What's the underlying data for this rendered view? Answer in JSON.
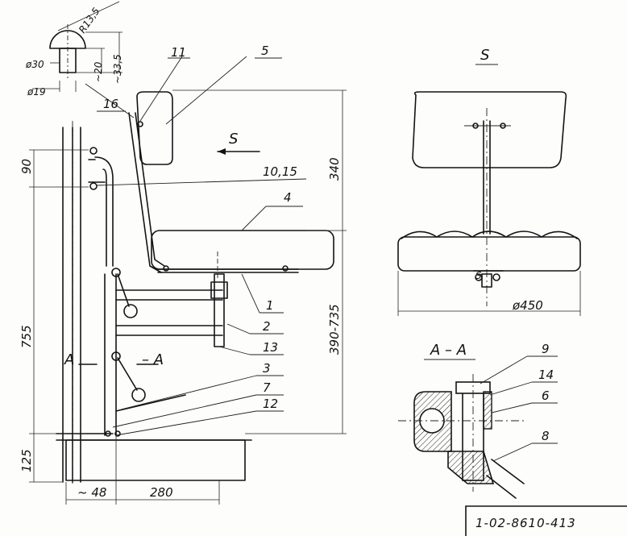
{
  "detail": {
    "radius": "R13,5",
    "d30": "ø30",
    "d19": "ø19",
    "d20": "~20",
    "d33": "~33,5"
  },
  "side_view": {
    "dims": {
      "h90": "90",
      "h755": "755",
      "h125": "125",
      "w48": "~ 48",
      "w280": "280",
      "h340": "340",
      "h390": "390-735"
    },
    "view_mark": "S",
    "section_left": "A",
    "section_right": "– A",
    "callouts": [
      "11",
      "5",
      "16",
      "10,15",
      "4",
      "1",
      "2",
      "13",
      "3",
      "7",
      "12"
    ]
  },
  "view_s": {
    "title": "S",
    "diameter": "ø450"
  },
  "section_aa": {
    "title": "A – A",
    "callouts": [
      "9",
      "14",
      "6",
      "8"
    ]
  },
  "title_block": {
    "code": "1-02-8610-413"
  }
}
